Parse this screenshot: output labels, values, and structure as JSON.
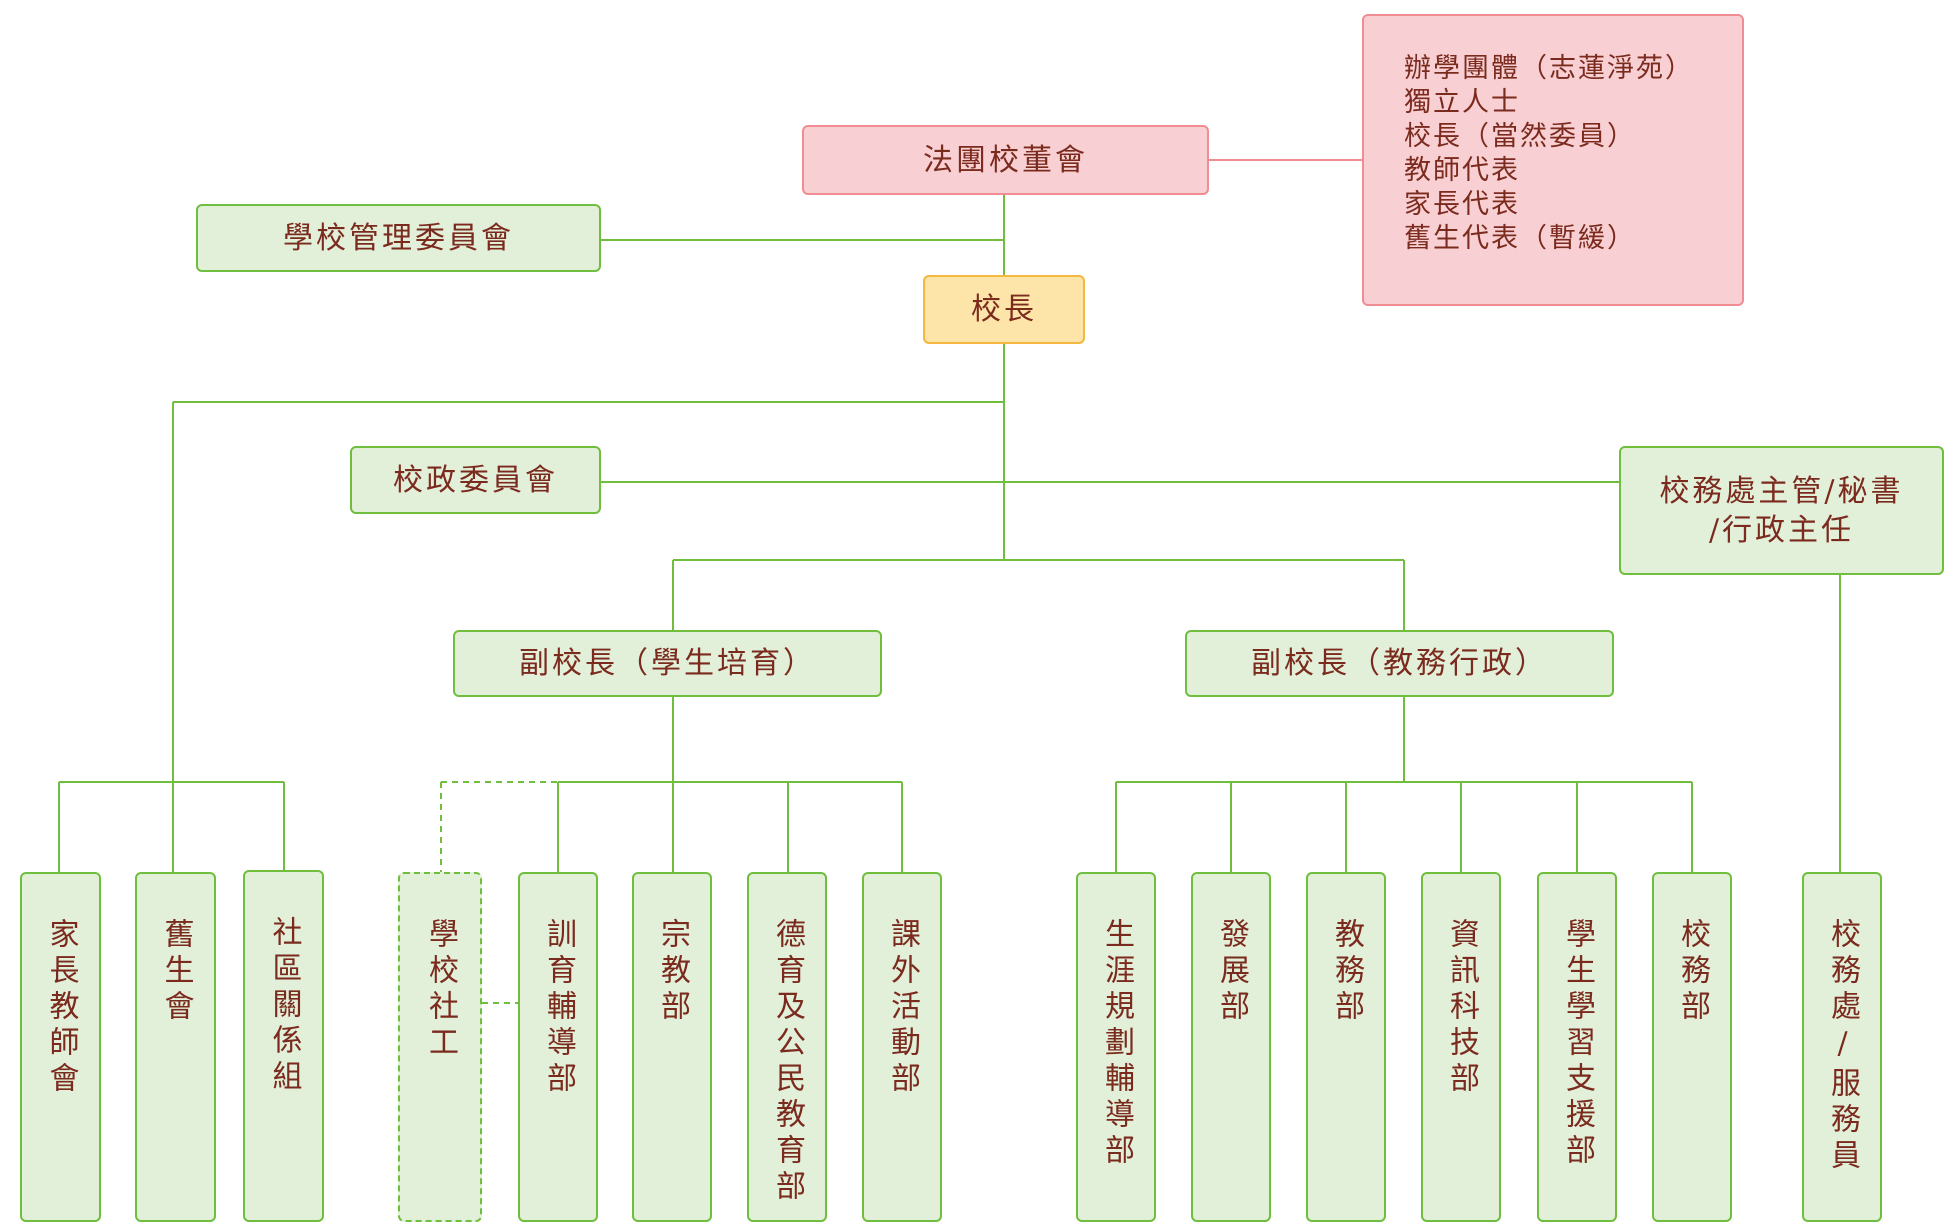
{
  "board": "法團校董會",
  "board_members": [
    "辦學團體（志蓮淨苑）",
    "獨立人士",
    "校長（當然委員）",
    "教師代表",
    "家長代表",
    "舊生代表（暫緩）"
  ],
  "management_committee": "學校管理委員會",
  "principal": "校長",
  "administrative_committee": "校政委員會",
  "office_head": {
    "line1": "校務處主管/秘書",
    "line2": "/行政主任"
  },
  "vp_student": "副校長（學生培育）",
  "vp_academic": "副校長（教務行政）",
  "left_units": [
    "家長教師會",
    "舊生會",
    "社區關係組"
  ],
  "student_units": [
    "學校社工",
    "訓育輔導部",
    "宗教部",
    "德育及公民教育部",
    "課外活動部"
  ],
  "academic_units": [
    "生涯規劃輔導部",
    "發展部",
    "教務部",
    "資訊科技部",
    "學生學習支援部",
    "校務部"
  ],
  "office_staff": "校務處/服務員",
  "colors": {
    "node_fill": "#e2efd9",
    "node_border": "#6fbe3d",
    "board_fill": "#f8d0d3",
    "board_border": "#f08d93",
    "principal_fill": "#fde4a8",
    "principal_border": "#f4b73f",
    "text": "#7b2a1e",
    "line": "#6fbe3d"
  }
}
